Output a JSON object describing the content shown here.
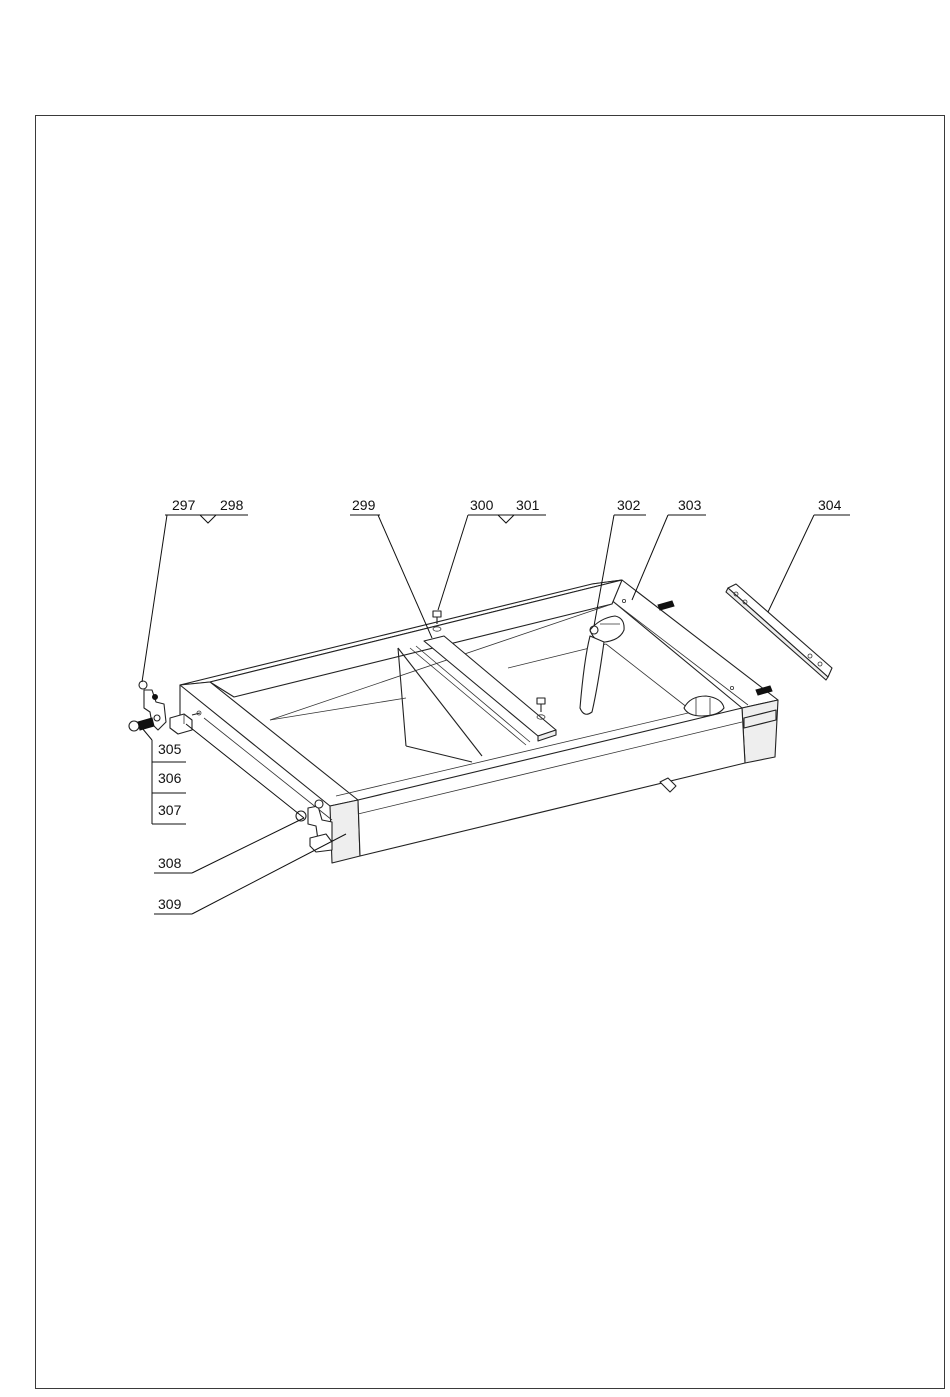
{
  "part_labels": {
    "p297": "297",
    "p298": "298",
    "p299": "299",
    "p300": "300",
    "p301": "301",
    "p302": "302",
    "p303": "303",
    "p304": "304",
    "p305": "305",
    "p306": "306",
    "p307": "307",
    "p308": "308",
    "p309": "309"
  },
  "colors": {
    "line": "#111111",
    "paper": "#ffffff",
    "border": "#3a3a3a"
  }
}
